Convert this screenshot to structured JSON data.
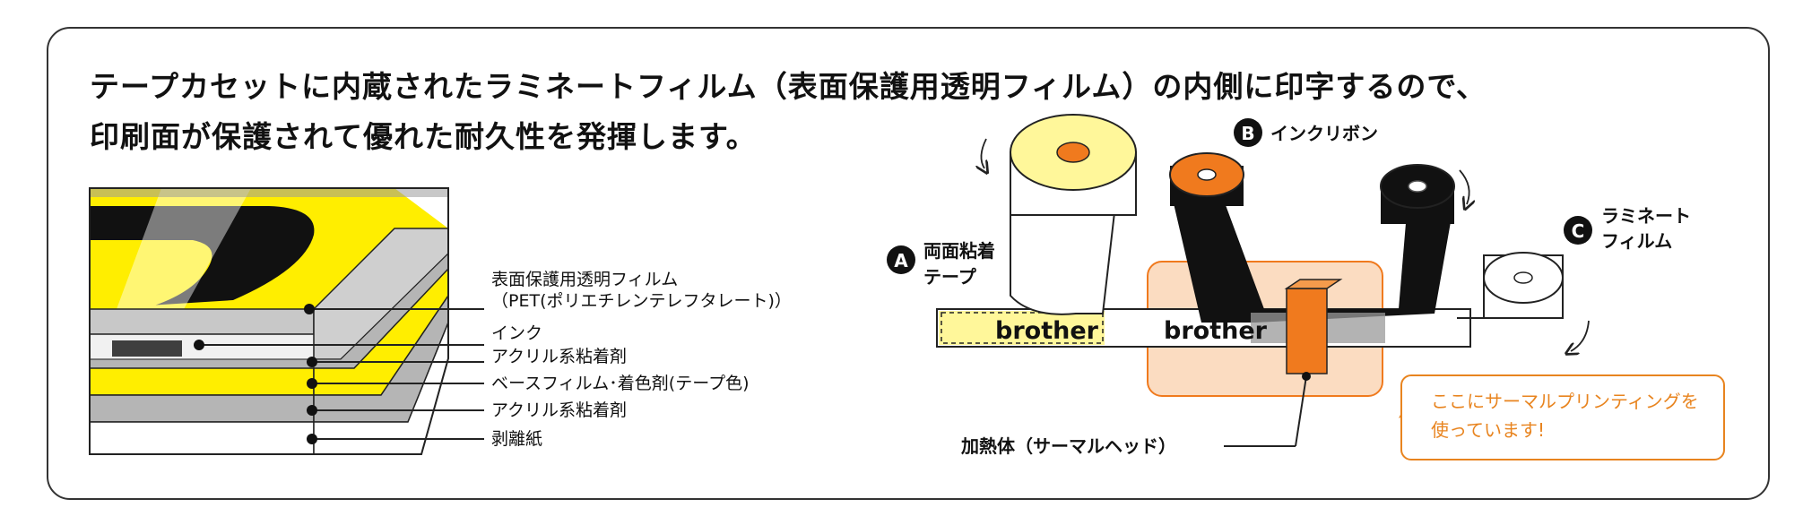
{
  "headline": {
    "line1": "テープカセットに内蔵されたラミネートフィルム（表面保護用透明フィルム）の内側に印字するので、",
    "line2": "印刷面が保護されて優れた耐久性を発揮します。"
  },
  "layers": [
    {
      "label": "表面保護用透明フィルム"
    },
    {
      "label": "（PET(ポリエチレンテレフタレート)）"
    },
    {
      "label": "インク"
    },
    {
      "label": "アクリル系粘着剤"
    },
    {
      "label": "ベースフィルム･着色剤(テープ色)"
    },
    {
      "label": "アクリル系粘着剤"
    },
    {
      "label": "剥離紙"
    }
  ],
  "mechanism": {
    "tape_a": {
      "badge": "A",
      "line1": "両面粘着",
      "line2": "テープ"
    },
    "ribbon_b": {
      "badge": "B",
      "label": "インクリボン"
    },
    "film_c": {
      "badge": "C",
      "line1": "ラミネート",
      "line2": "フィルム"
    },
    "brand": "brother",
    "head_label": "加熱体（サーマルヘッド）"
  },
  "callout": {
    "line1": "ここにサーマルプリンティングを",
    "line2": "使っています!"
  },
  "colors": {
    "yellow": "#ffee00",
    "pale_yellow": "#fff79a",
    "orange": "#f07a1e",
    "peach": "#fbdcc1",
    "gray": "#b5b5b5",
    "callout_orange": "#e8841f"
  }
}
